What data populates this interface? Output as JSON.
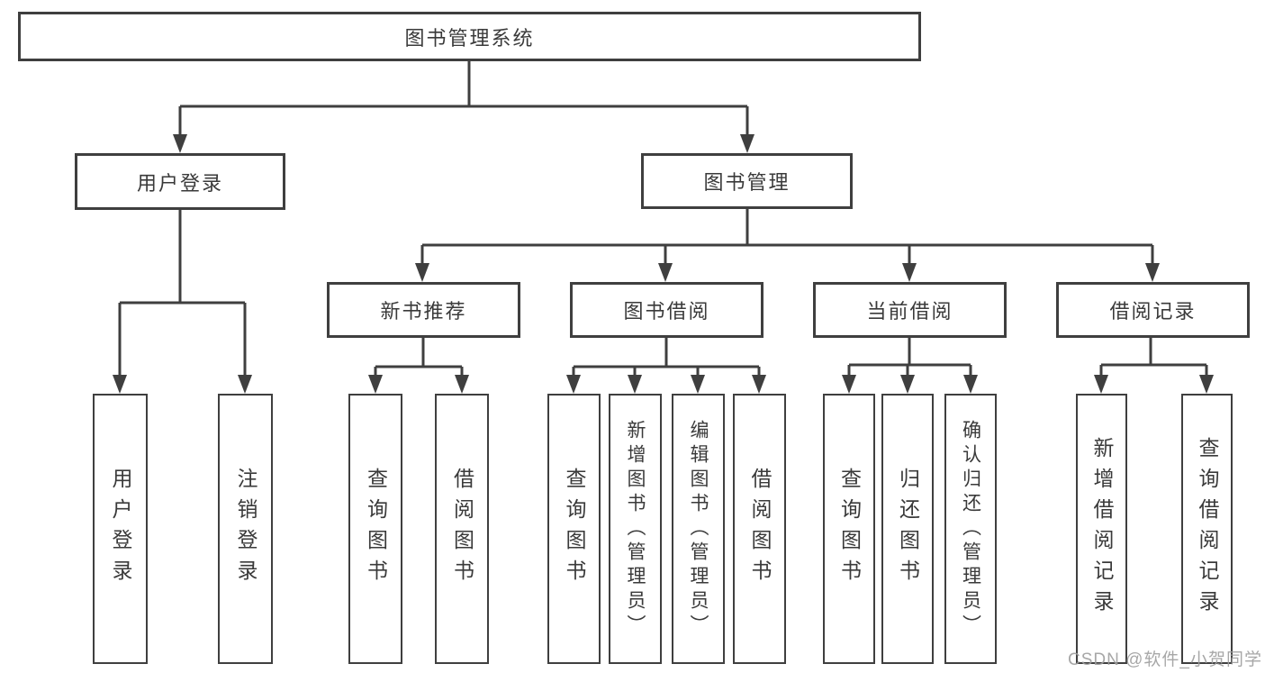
{
  "diagram": {
    "root": {
      "label": "图书管理系统"
    },
    "branches": [
      {
        "label": "用户登录",
        "leaves": [
          {
            "label": "用户登录"
          },
          {
            "label": "注销登录"
          }
        ]
      },
      {
        "label": "图书管理",
        "groups": [
          {
            "label": "新书推荐",
            "leaves": [
              {
                "label": "查询图书"
              },
              {
                "label": "借阅图书"
              }
            ]
          },
          {
            "label": "图书借阅",
            "leaves": [
              {
                "label": "查询图书"
              },
              {
                "label": "新增图书（管理员）"
              },
              {
                "label": "编辑图书（管理员）"
              },
              {
                "label": "借阅图书"
              }
            ]
          },
          {
            "label": "当前借阅",
            "leaves": [
              {
                "label": "查询图书"
              },
              {
                "label": "归还图书"
              },
              {
                "label": "确认归还（管理员）"
              }
            ]
          },
          {
            "label": "借阅记录",
            "leaves": [
              {
                "label": "新增借阅记录"
              },
              {
                "label": "查询借阅记录"
              }
            ]
          }
        ]
      }
    ]
  },
  "watermark": {
    "text": "CSDN @软件_小贺同学",
    "color": "#9e9e9e"
  },
  "colors": {
    "line": "#3f3f3f",
    "text": "#3a3a3a",
    "background": "#ffffff"
  }
}
